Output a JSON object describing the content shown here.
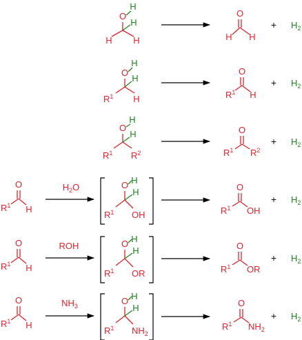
{
  "atoms": {
    "H": "H",
    "O": "O",
    "R1": "R",
    "R2": "R",
    "sup1": "1",
    "sup2": "2",
    "R": "R",
    "OH": "OH",
    "OR": "OR",
    "NH": "NH",
    "sub2": "2"
  },
  "reagents": {
    "water": "H",
    "water_sub": "2",
    "water_o": "O",
    "alcohol": "ROH",
    "ammonia": "NH",
    "ammonia_sub": "3"
  },
  "byproduct": {
    "plus": "+",
    "h2": "H",
    "h2_sub": "2"
  },
  "colors": {
    "substrate": "#e8202a",
    "hydrogen": "#1a8a1a",
    "arrow": "#111111"
  }
}
